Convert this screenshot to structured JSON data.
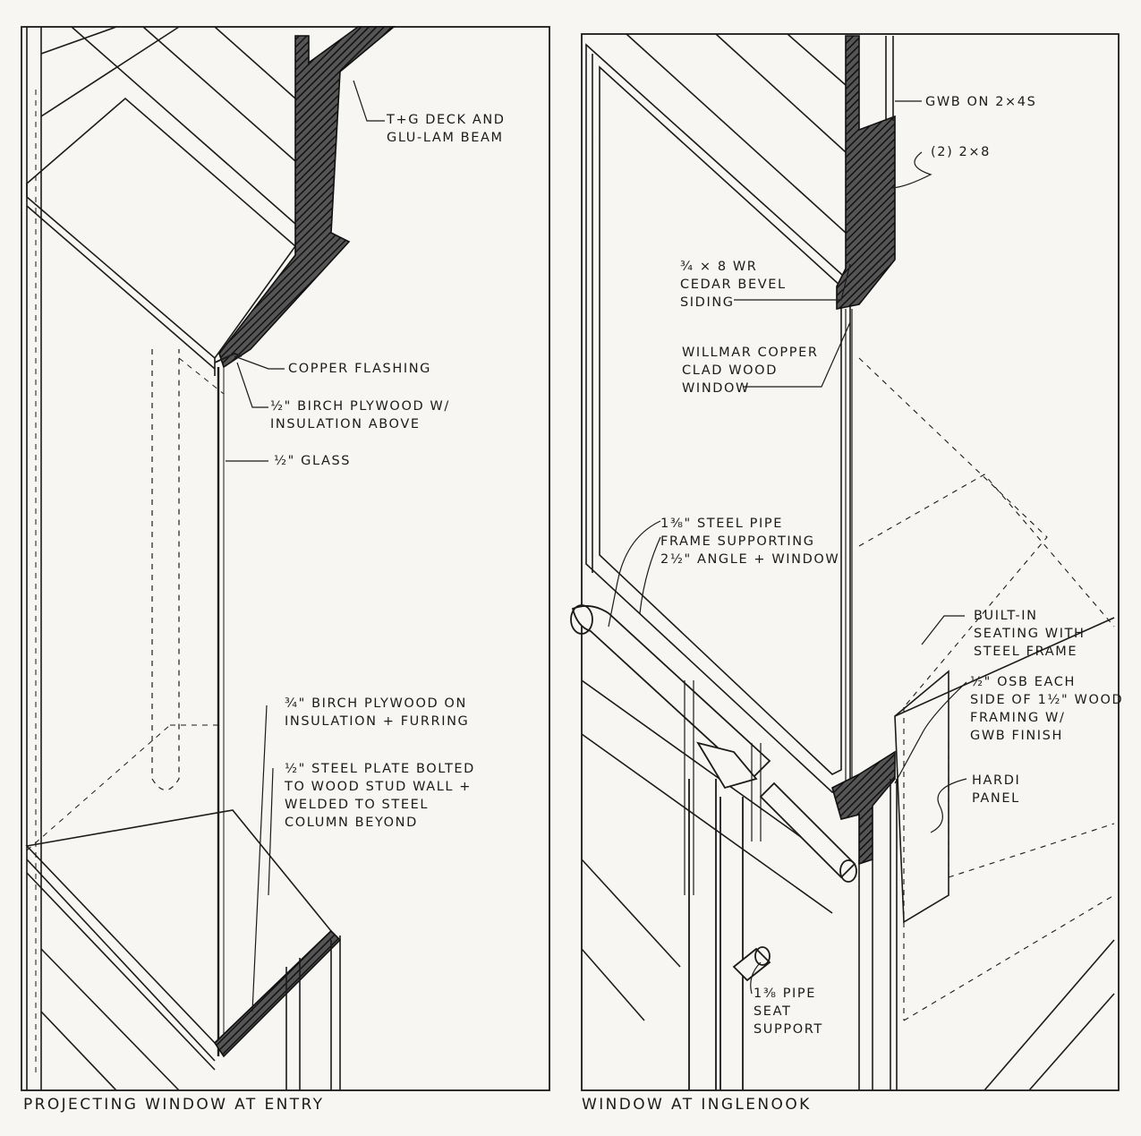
{
  "panels": {
    "left": {
      "title": "PROJECTING WINDOW AT ENTRY",
      "notes": {
        "deck": "T+G DECK AND\nGLU-LAM BEAM",
        "flashing": "COPPER FLASHING",
        "plywood_top": "½\" BIRCH PLYWOOD W/\nINSULATION ABOVE",
        "glass": "½\" GLASS",
        "plywood_bottom": "¾\" BIRCH PLYWOOD ON\nINSULATION + FURRING",
        "steel_plate": "½\" STEEL PLATE BOLTED\nTO WOOD STUD WALL +\nWELDED TO STEEL\nCOLUMN BEYOND"
      }
    },
    "right": {
      "title": "WINDOW AT INGLENOOK",
      "notes": {
        "gwb": "GWB ON 2×4S",
        "joists": "(2) 2×8",
        "siding": "¾ × 8 WR\nCEDAR BEVEL\nSIDING",
        "window": "WILLMAR COPPER\nCLAD WOOD\nWINDOW",
        "pipe_frame": "1⅜\" STEEL PIPE\nFRAME SUPPORTING\n2½\" ANGLE + WINDOW",
        "seating": "BUILT-IN\nSEATING WITH\nSTEEL FRAME",
        "osb": "½\" OSB EACH\nSIDE OF 1½\" WOOD\nFRAMING W/\nGWB FINISH",
        "hardi": "HARDI\nPANEL",
        "seat_support": "1⅜ PIPE\nSEAT\nSUPPORT"
      }
    }
  },
  "colors": {
    "ink": "#1b1b1b",
    "paper": "#f7f6f2"
  }
}
